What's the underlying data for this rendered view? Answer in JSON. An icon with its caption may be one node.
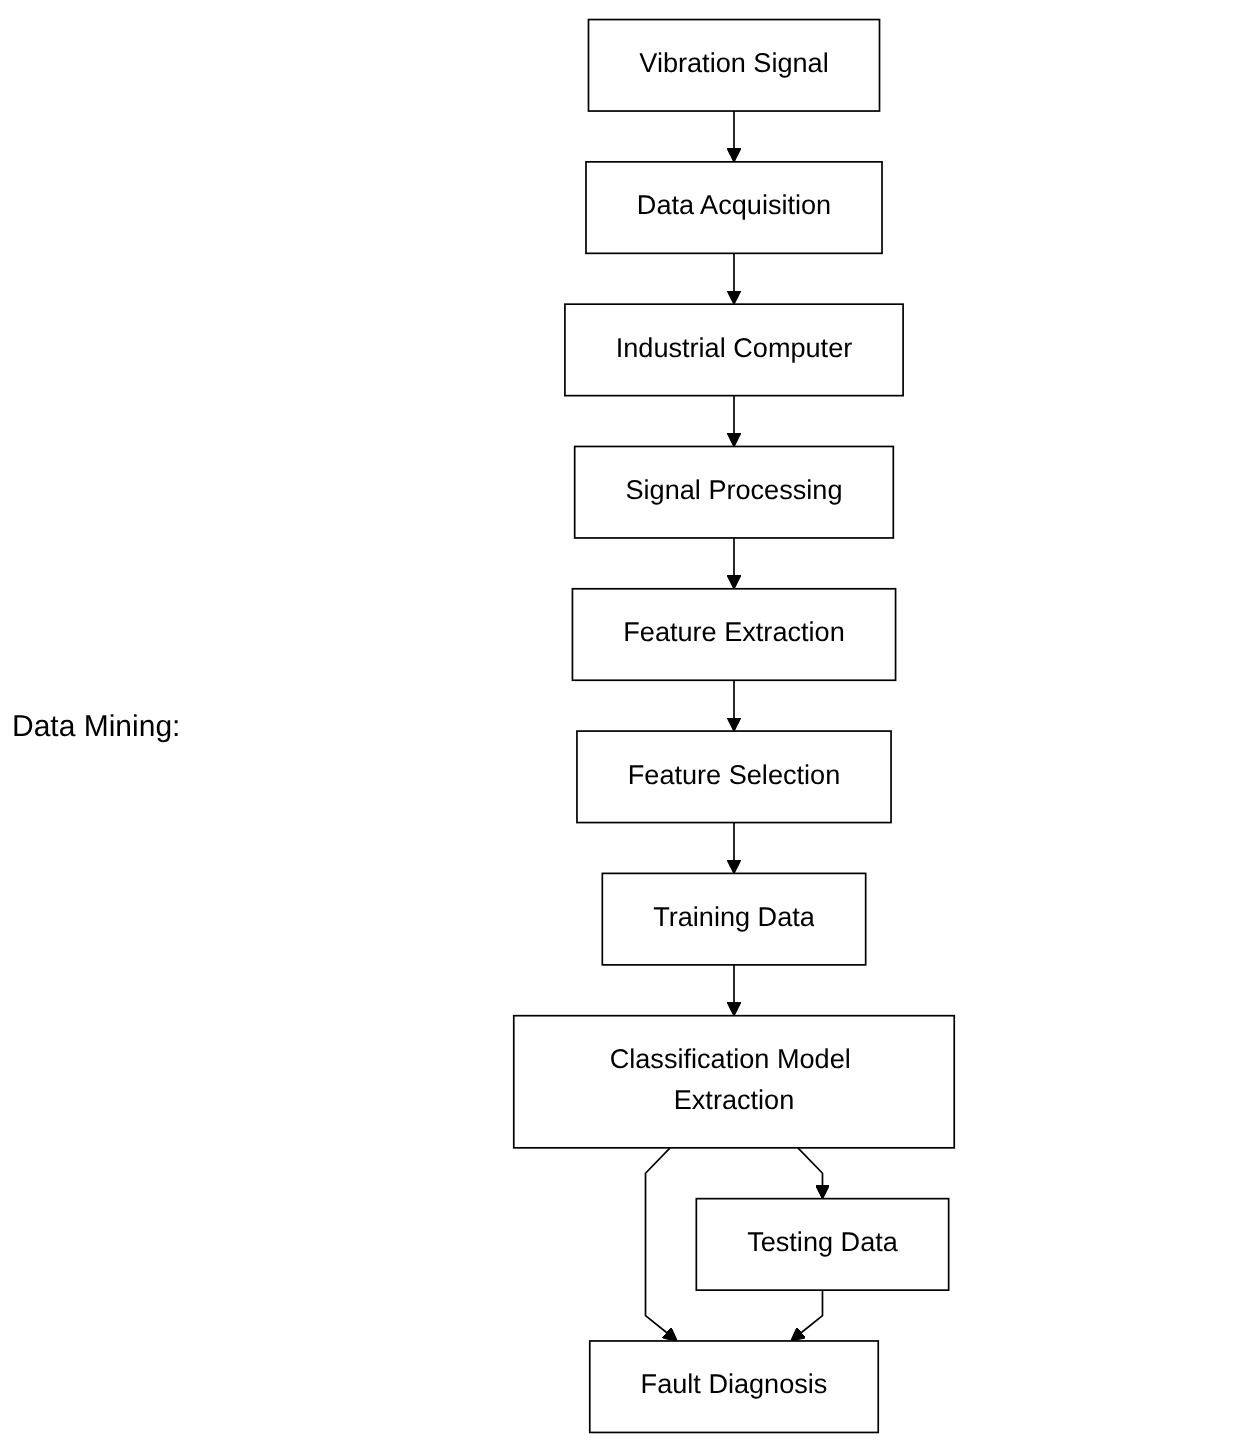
{
  "diagram": {
    "nodes": [
      {
        "text": [
          "Vibration Signal"
        ]
      },
      {
        "text": [
          "Data Acquisition"
        ]
      },
      {
        "text": [
          "Industrial Computer"
        ]
      },
      {
        "text": [
          "Signal Processing"
        ]
      },
      {
        "text": [
          "Feature Extraction"
        ]
      },
      {
        "text": [
          "Feature Selection"
        ]
      },
      {
        "text": [
          "Training Data"
        ]
      },
      {
        "text": [
          "Classification Model Extraction"
        ]
      },
      {
        "text": [
          "Fault Diagnosis"
        ]
      },
      {
        "text": [
          "Testing Data"
        ]
      }
    ],
    "edges": [
      {
        "from": 0,
        "to": 1,
        "arrow": "to"
      },
      {
        "from": 1,
        "to": 2,
        "arrow": "to"
      },
      {
        "from": 2,
        "to": 3,
        "arrow": "to"
      },
      {
        "from": 3,
        "to": 4,
        "arrow": "to"
      },
      {
        "from": 4,
        "to": 5,
        "arrow": "to"
      },
      {
        "from": 5,
        "to": 6,
        "arrow": "to"
      },
      {
        "from": 6,
        "to": 7,
        "arrow": "to"
      },
      {
        "from": 7,
        "to": 8,
        "arrow": "to"
      },
      {
        "from": 7,
        "to": 9,
        "arrow": "to"
      },
      {
        "from": 9,
        "to": 8,
        "arrow": "to"
      }
    ],
    "labels": [
      "Data Mining:"
    ]
  }
}
